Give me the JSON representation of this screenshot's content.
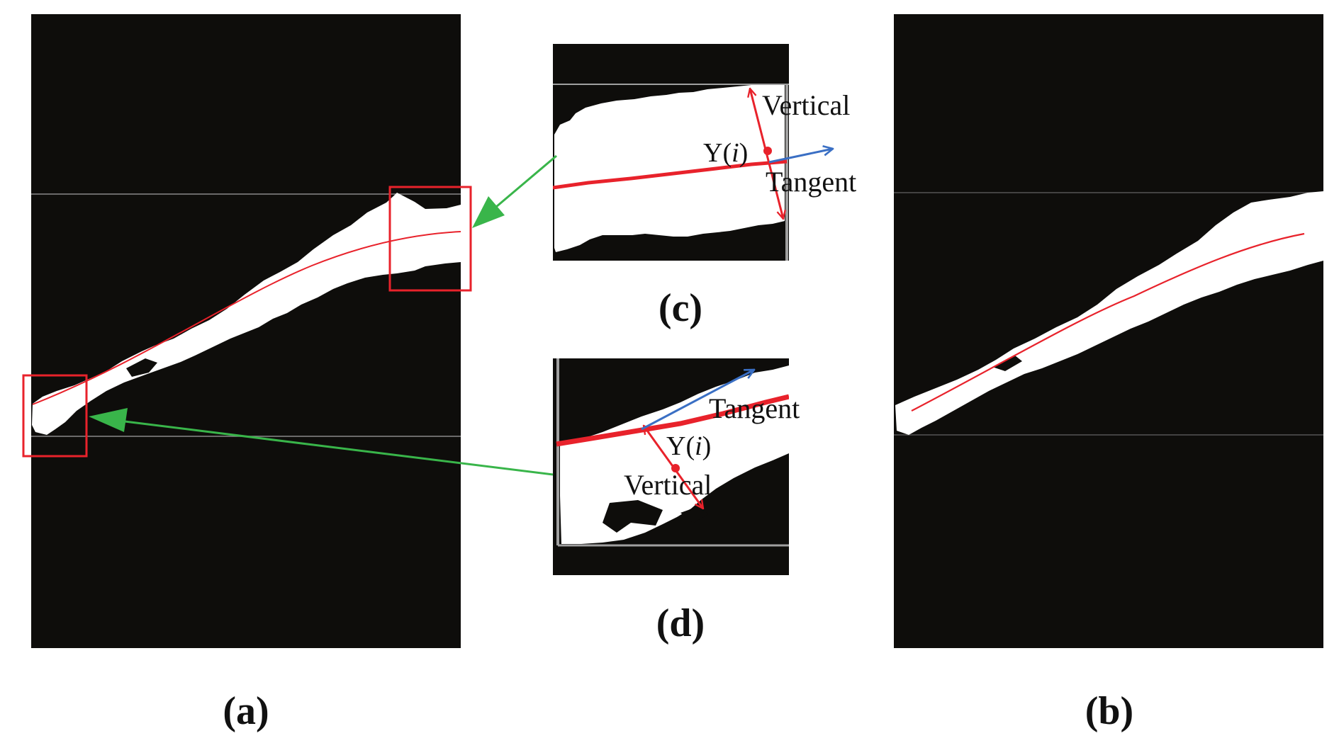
{
  "colors": {
    "panel_background": "#0e0d0b",
    "foreground_mask": "#ffffff",
    "centerline": "#e8222b",
    "highlight_box": "#e8222b",
    "pointer_arrow": "#39b54a",
    "tangent_arrow": "#3a6fc4",
    "boundary_line": "#8a8a8a",
    "text": "#111111"
  },
  "panels": {
    "a": {
      "caption": "(a)"
    },
    "b": {
      "caption": "(b)"
    },
    "c": {
      "caption": "(c)",
      "point_label_prefix": "Y(",
      "point_label_var": "i",
      "point_label_suffix": ")",
      "vertical_label": "Vertical",
      "tangent_label": "Tangent"
    },
    "d": {
      "caption": "(d)",
      "point_label_prefix": "Y(",
      "point_label_var": "i",
      "point_label_suffix": ")",
      "vertical_label": "Vertical",
      "tangent_label": "Tangent"
    }
  }
}
